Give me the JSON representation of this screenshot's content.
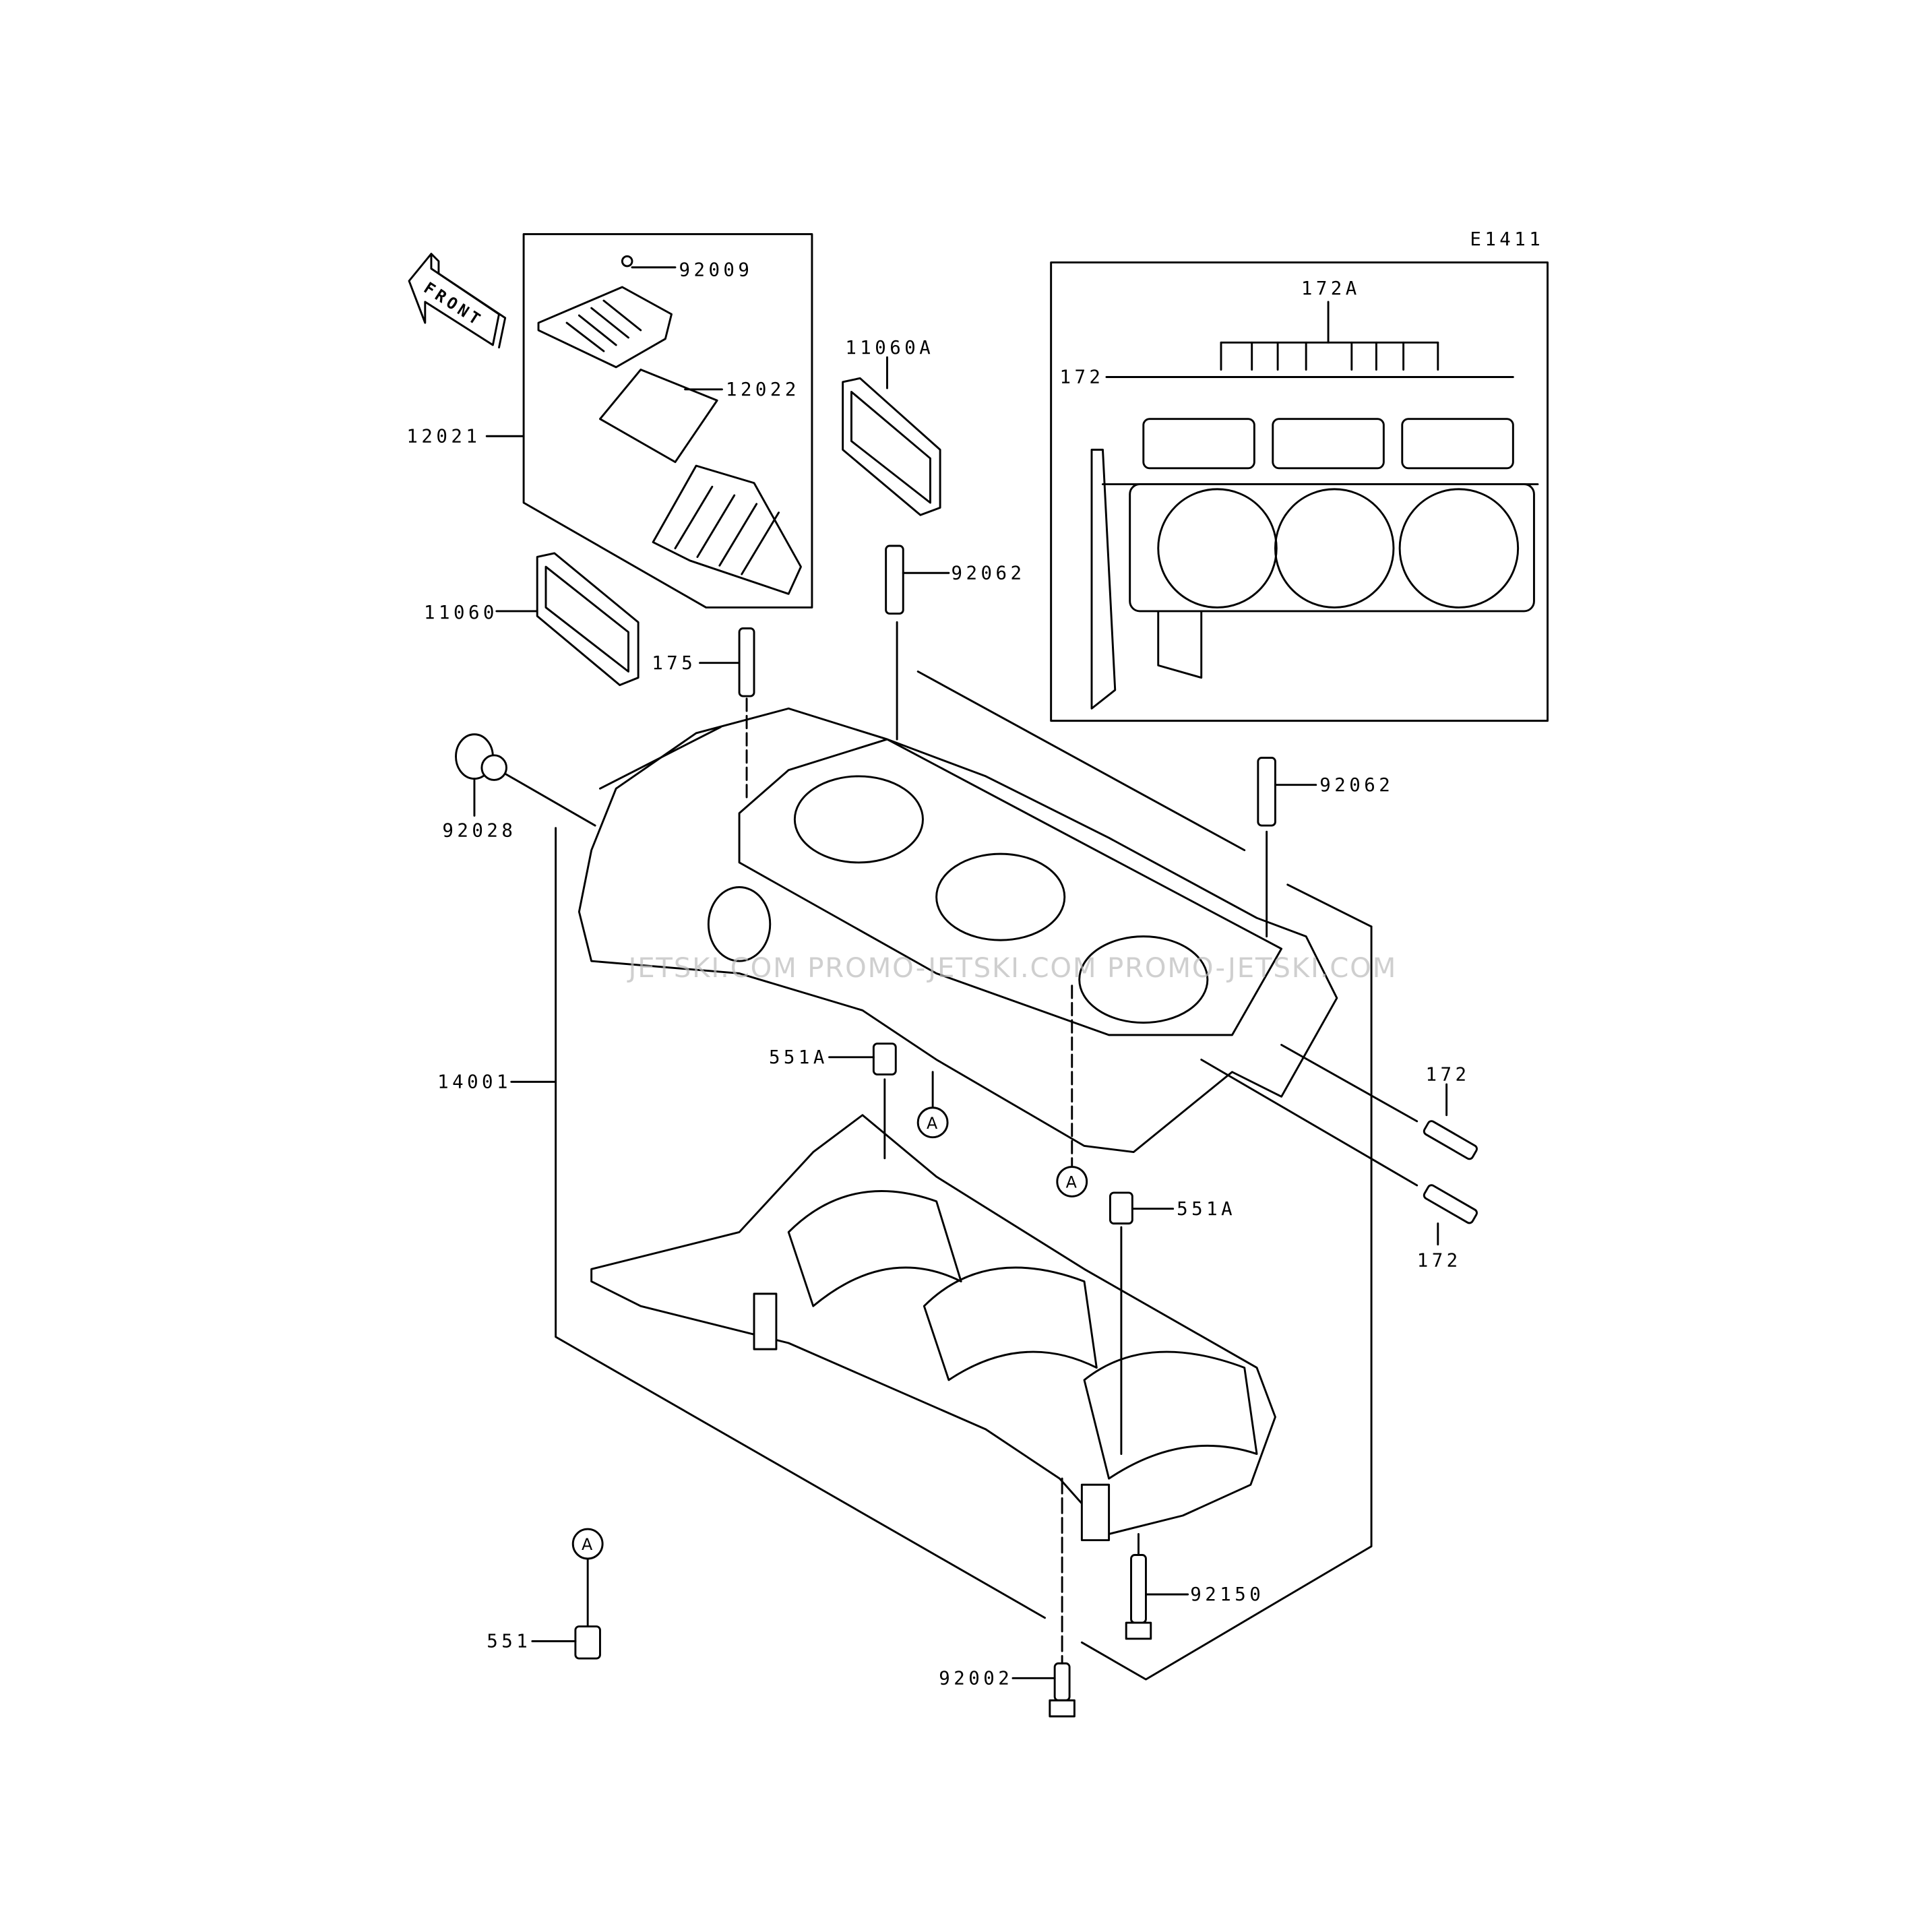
{
  "diagram": {
    "code": "E1411",
    "front_label": "FRONT",
    "watermark": "JETSKI.COM  PROMO-JETSKI.COM  PROMO-JETSKI.COM",
    "ref_marker": "A",
    "parts": {
      "p92009": "92009",
      "p12022": "12022",
      "p12021": "12021",
      "p11060A": "11060A",
      "p172A": "172A",
      "p172_inset": "172",
      "p92062_a": "92062",
      "p11060": "11060",
      "p175": "175",
      "p92028": "92028",
      "p92062_b": "92062",
      "p14001": "14001",
      "p551A_a": "551A",
      "p172_a": "172",
      "p551A_b": "551A",
      "p172_b": "172",
      "p92150": "92150",
      "p551": "551",
      "p92002": "92002"
    }
  }
}
